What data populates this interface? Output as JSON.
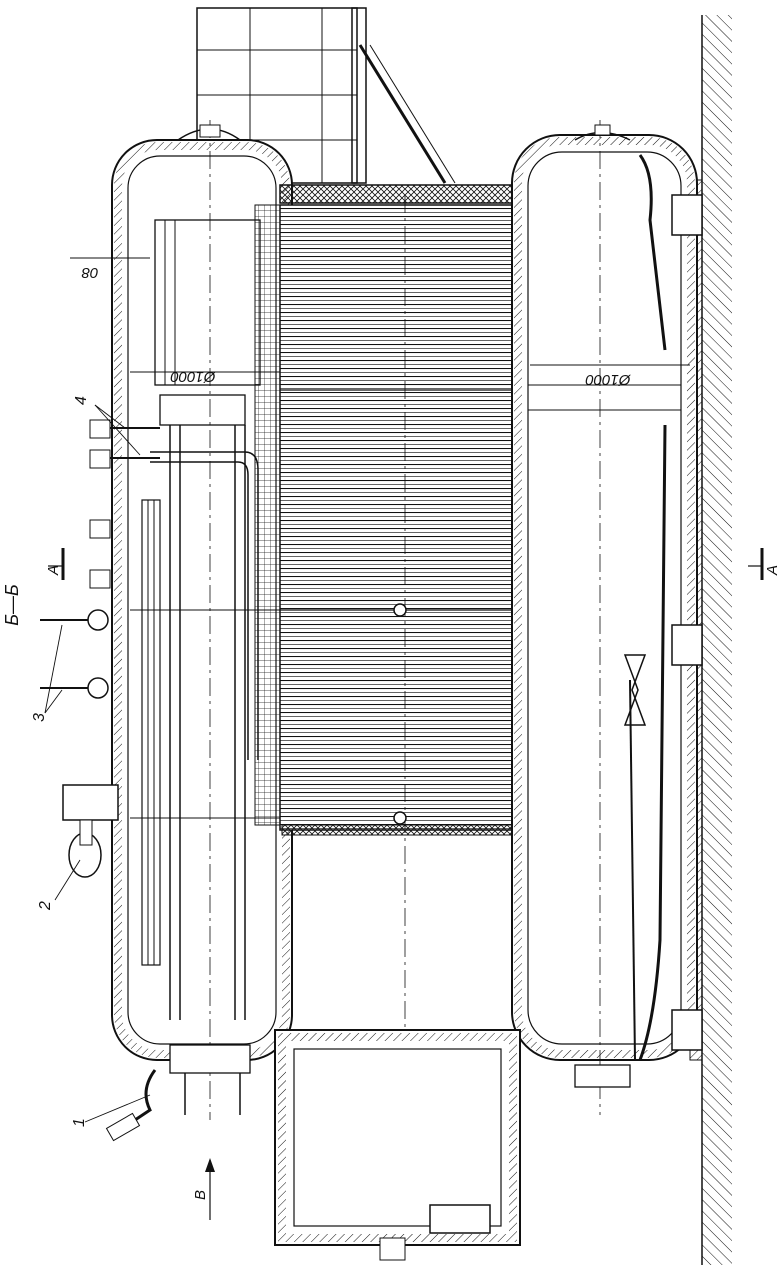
{
  "section_title": "Б—Б",
  "section_marks": {
    "top": "А",
    "bottom": "А"
  },
  "arrow_label": "В",
  "dimensions": {
    "upper_diameter": "Ø1000",
    "lower_diameter": "Ø1000",
    "wall": "08"
  },
  "callouts": [
    {
      "id": "1"
    },
    {
      "id": "2"
    },
    {
      "id": "3"
    },
    {
      "id": "4"
    }
  ],
  "colors": {
    "ink": "#111111",
    "paper": "#ffffff",
    "hatch": "#555555"
  }
}
